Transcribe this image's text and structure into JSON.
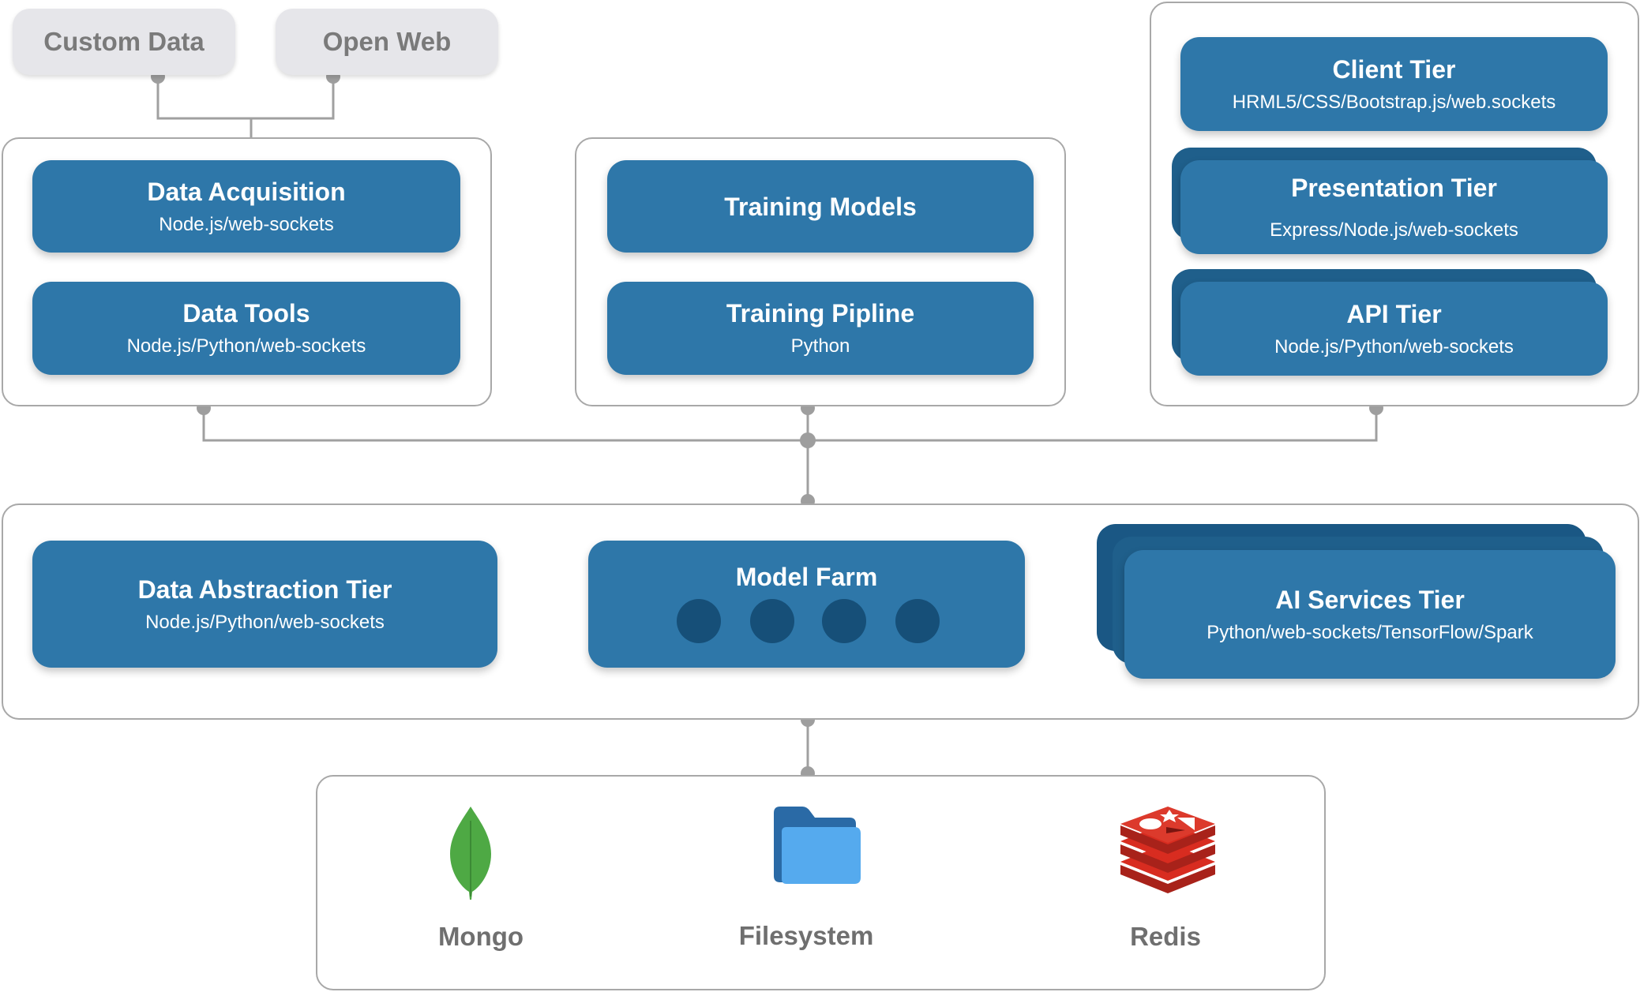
{
  "sources": {
    "custom_data": "Custom Data",
    "open_web": "Open Web"
  },
  "data_group": {
    "acquisition": {
      "title": "Data Acquisition",
      "sub": "Node.js/web-sockets"
    },
    "tools": {
      "title": "Data Tools",
      "sub": "Node.js/Python/web-sockets"
    }
  },
  "training_group": {
    "models": {
      "title": "Training Models"
    },
    "pipeline": {
      "title": "Training Pipline",
      "sub": "Python"
    }
  },
  "tiers_group": {
    "client": {
      "title": "Client Tier",
      "sub": "HRML5/CSS/Bootstrap.js/web.sockets"
    },
    "presentation": {
      "title": "Presentation Tier",
      "sub": "Express/Node.js/web-sockets"
    },
    "api": {
      "title": "API Tier",
      "sub": "Node.js/Python/web-sockets"
    }
  },
  "middle_group": {
    "abstraction": {
      "title": "Data Abstraction Tier",
      "sub": "Node.js/Python/web-sockets"
    },
    "model_farm": {
      "title": "Model Farm"
    },
    "ai_services": {
      "title": "AI Services Tier",
      "sub": "Python/web-sockets/TensorFlow/Spark"
    }
  },
  "storage": {
    "mongo": {
      "label": "Mongo",
      "icon": "mongo-leaf-icon",
      "color": "#4ea944"
    },
    "filesystem": {
      "label": "Filesystem",
      "icon": "folder-icon",
      "color": "#3f9be6"
    },
    "redis": {
      "label": "Redis",
      "icon": "redis-icon",
      "color": "#d82c20"
    }
  },
  "colors": {
    "card": "#2e77a9",
    "card_dark": "#1f5f8b",
    "connector": "#a0a0a0",
    "source_bg": "#e6e6ea"
  }
}
